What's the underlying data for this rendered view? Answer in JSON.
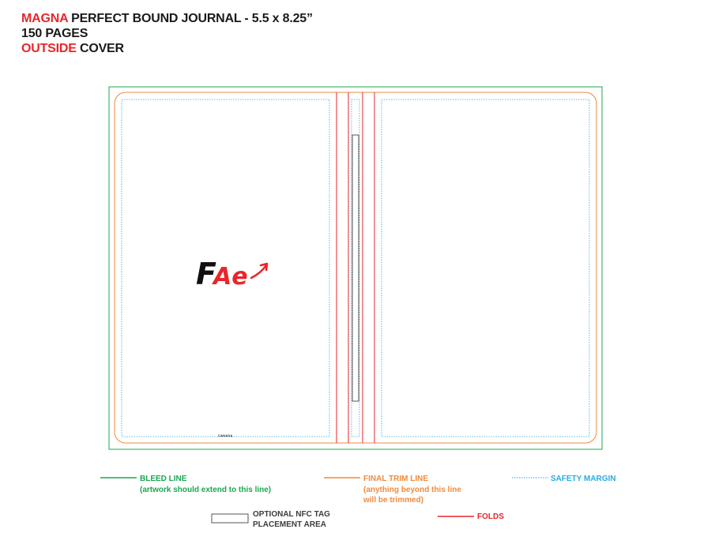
{
  "header": {
    "brand": "MAGNA",
    "line1_rest": " PERFECT BOUND JOURNAL - 5.5 x 8.25”",
    "line2": "150 PAGES",
    "line3_red": "OUTSIDE",
    "line3_rest": " COVER"
  },
  "template": {
    "canada_text": "CANADA",
    "logo_text_black": "F",
    "logo_text_red": "Ae"
  },
  "legend": {
    "bleed_title": "BLEED LINE",
    "bleed_sub": "(artwork should extend to this line)",
    "trim_title": "FINAL TRIM LINE",
    "trim_sub1": "(anything beyond this line",
    "trim_sub2": "will be trimmed)",
    "safety_title": "SAFETY MARGIN",
    "nfc_line1": "OPTIONAL NFC TAG",
    "nfc_line2": "PLACEMENT AREA",
    "folds_title": "FOLDS"
  },
  "colors": {
    "bleed": "#1aa84f",
    "trim": "#f08a3c",
    "safety": "#29abe2",
    "folds": "#e8262b",
    "nfc": "#555555"
  }
}
